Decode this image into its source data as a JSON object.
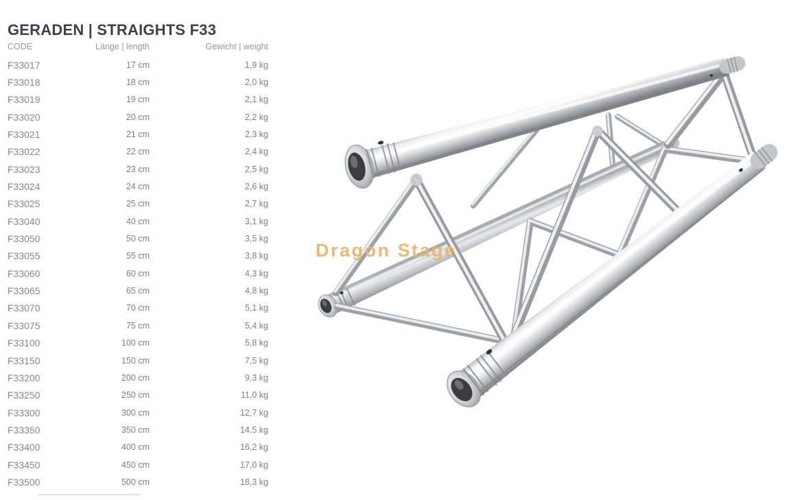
{
  "page": {
    "title": "GERADEN | STRAIGHTS F33"
  },
  "table": {
    "columns": [
      "CODE",
      "Länge | length",
      "Gewicht | weight"
    ],
    "rows": [
      {
        "code": "F33017",
        "length": "17 cm",
        "weight": "1,9 kg"
      },
      {
        "code": "F33018",
        "length": "18 cm",
        "weight": "2,0 kg"
      },
      {
        "code": "F33019",
        "length": "19 cm",
        "weight": "2,1 kg"
      },
      {
        "code": "F33020",
        "length": "20 cm",
        "weight": "2,2 kg"
      },
      {
        "code": "F33021",
        "length": "21 cm",
        "weight": "2,3 kg"
      },
      {
        "code": "F33022",
        "length": "22 cm",
        "weight": "2,4 kg"
      },
      {
        "code": "F33023",
        "length": "23 cm",
        "weight": "2,5 kg"
      },
      {
        "code": "F33024",
        "length": "24 cm",
        "weight": "2,6 kg"
      },
      {
        "code": "F33025",
        "length": "25 cm",
        "weight": "2,7 kg"
      },
      {
        "code": "F33040",
        "length": "40 cm",
        "weight": "3,1 kg"
      },
      {
        "code": "F33050",
        "length": "50 cm",
        "weight": "3,5 kg"
      },
      {
        "code": "F33055",
        "length": "55 cm",
        "weight": "3,8 kg"
      },
      {
        "code": "F33060",
        "length": "60 cm",
        "weight": "4,3 kg"
      },
      {
        "code": "F33065",
        "length": "65 cm",
        "weight": "4,8 kg"
      },
      {
        "code": "F33070",
        "length": "70 cm",
        "weight": "5,1 kg"
      },
      {
        "code": "F33075",
        "length": "75 cm",
        "weight": "5,4 kg"
      },
      {
        "code": "F33100",
        "length": "100 cm",
        "weight": "5,8 kg"
      },
      {
        "code": "F33150",
        "length": "150 cm",
        "weight": "7,5 kg"
      },
      {
        "code": "F33200",
        "length": "200 cm",
        "weight": "9,3 kg"
      },
      {
        "code": "F33250",
        "length": "250 cm",
        "weight": "11,0 kg"
      },
      {
        "code": "F33300",
        "length": "300 cm",
        "weight": "12,7 kg"
      },
      {
        "code": "F33350",
        "length": "350 cm",
        "weight": "14,5 kg"
      },
      {
        "code": "F33400",
        "length": "400 cm",
        "weight": "16,2 kg"
      },
      {
        "code": "F33450",
        "length": "450 cm",
        "weight": "17,0 kg"
      },
      {
        "code": "F33500",
        "length": "500 cm",
        "weight": "18,3 kg"
      }
    ]
  },
  "image": {
    "watermark": "Dragon Stage",
    "watermark_color": "#E9B46C"
  },
  "colors": {
    "title": "#3B414E",
    "header_text": "#949AA2",
    "code_text": "#84888D",
    "value_text": "#7D8187"
  }
}
